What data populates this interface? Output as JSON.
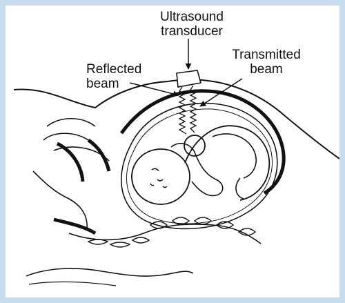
{
  "figure": {
    "labels": {
      "transducer": [
        "Ultrasound",
        "transducer"
      ],
      "reflected": [
        "Reflected",
        "beam"
      ],
      "transmitted": [
        "Transmitted",
        "beam"
      ]
    },
    "colors": {
      "border": "#c9dcef",
      "background": "#ffffff",
      "ink": "#111111"
    }
  }
}
